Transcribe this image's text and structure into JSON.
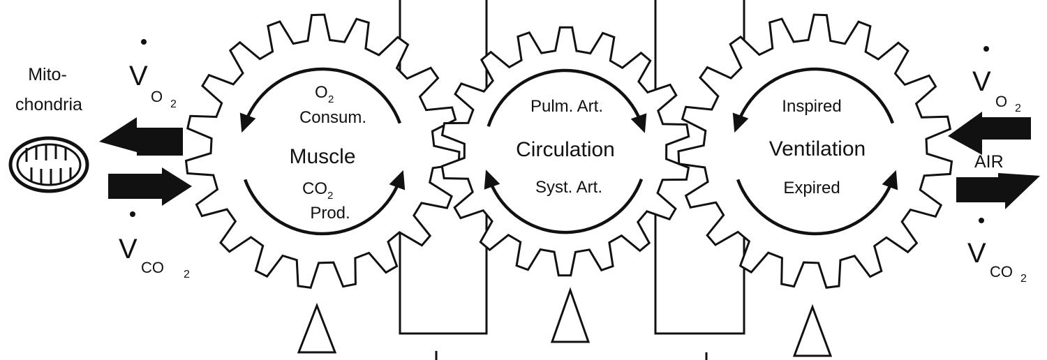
{
  "left": {
    "organelle_label_line1": "Mito-",
    "organelle_label_line2": "chondria",
    "vo2": {
      "v": "V",
      "sub": "O",
      "sub2": "2"
    },
    "vco2": {
      "v": "V",
      "sub": "CO",
      "sub2": "2"
    }
  },
  "right": {
    "vo2": {
      "v": "V",
      "sub": "O",
      "sub2": "2"
    },
    "air_label": "AIR",
    "vco2": {
      "v": "V",
      "sub": "CO",
      "sub2": "2"
    }
  },
  "gears": [
    {
      "title": "Muscle",
      "top_line1": "O",
      "top_line1_sub": "2",
      "top_line2": "Consum.",
      "bottom_line1": "CO",
      "bottom_line1_sub": "2",
      "bottom_line2": "Prod."
    },
    {
      "title": "Circulation",
      "top_line1": "Pulm. Art.",
      "bottom_line1": "Syst. Art."
    },
    {
      "title": "Ventilation",
      "top_line1": "Inspired",
      "bottom_line1": "Expired"
    }
  ],
  "colors": {
    "ink": "#111111",
    "background": "#ffffff"
  }
}
